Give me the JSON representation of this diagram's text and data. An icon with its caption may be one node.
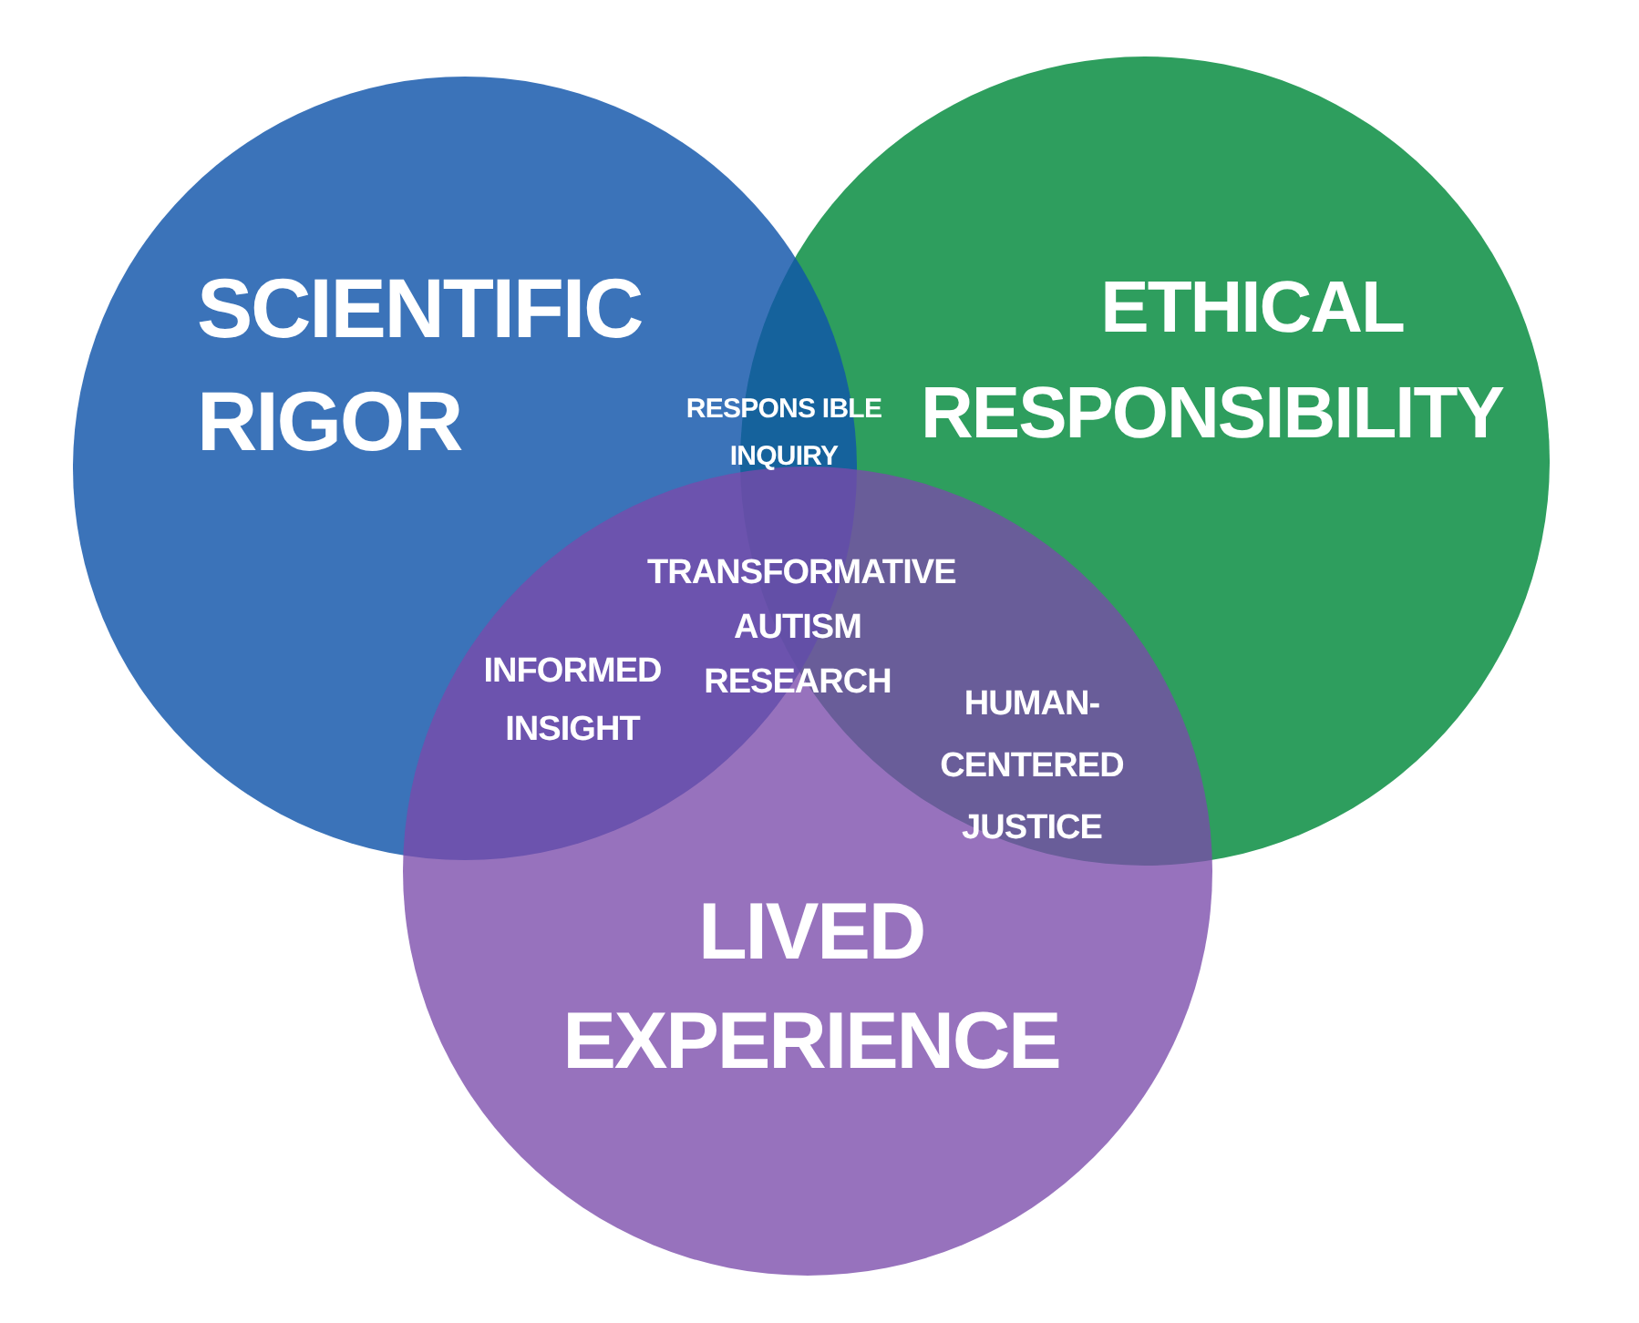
{
  "diagram": {
    "nodes": [
      {
        "text": [
          "SCIENTIFIC RIGOR"
        ]
      },
      {
        "text": [
          "ETHICAL RESPONSIBILITY"
        ]
      },
      {
        "text": [
          "LIVED EXPERIENCE"
        ]
      }
    ],
    "labels": [
      "RESPONS IBLE INQUIRY",
      "TRANSFORMATIVE AUTISM RESEARCH",
      "INFORMED INSIGHT",
      "HUMAN- CENTERED JUSTICE"
    ]
  }
}
